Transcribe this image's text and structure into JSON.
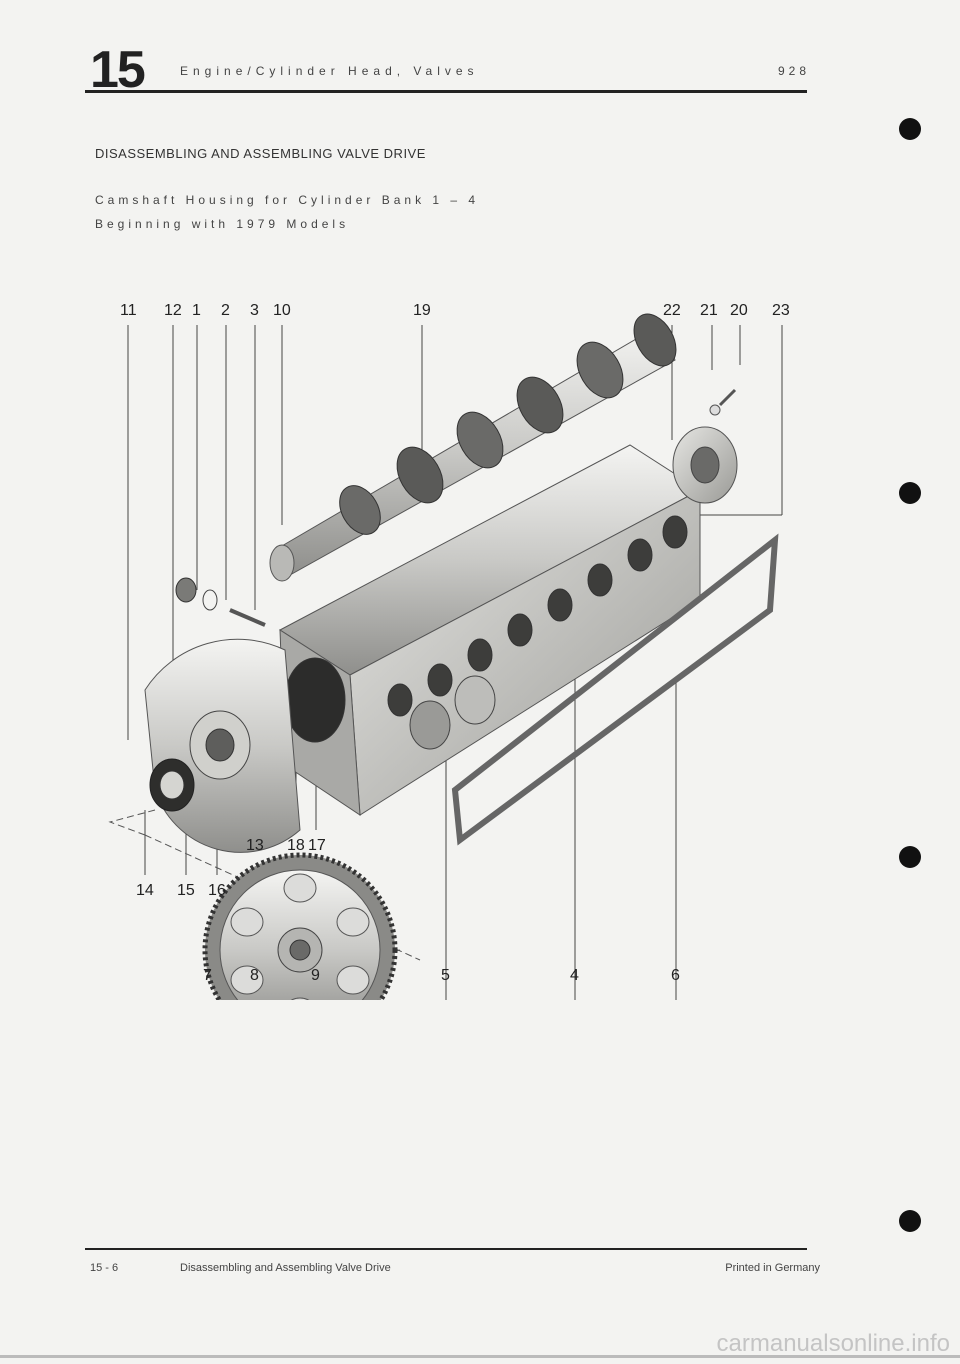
{
  "header": {
    "section_number": "15",
    "title": "Engine/Cylinder Head, Valves",
    "model": "928"
  },
  "main_title": "DISASSEMBLING AND ASSEMBLING VALVE DRIVE",
  "subtitle_line1": "Camshaft Housing for Cylinder Bank 1 – 4",
  "subtitle_line2": "Beginning with 1979 Models",
  "diagram": {
    "callouts": {
      "c11": "11",
      "c12": "12",
      "c1": "1",
      "c2": "2",
      "c3": "3",
      "c10": "10",
      "c19": "19",
      "c22": "22",
      "c21": "21",
      "c20": "20",
      "c23": "23",
      "c13": "13",
      "c18": "18",
      "c17": "17",
      "c14": "14",
      "c15": "15",
      "c16": "16",
      "c7": "7",
      "c8": "8",
      "c9": "9",
      "c5": "5",
      "c4": "4",
      "c6": "6"
    }
  },
  "footer": {
    "page": "15 - 6",
    "title": "Disassembling and Assembling Valve Drive",
    "printed": "Printed in Germany"
  },
  "watermark": "carmanualsonline.info"
}
